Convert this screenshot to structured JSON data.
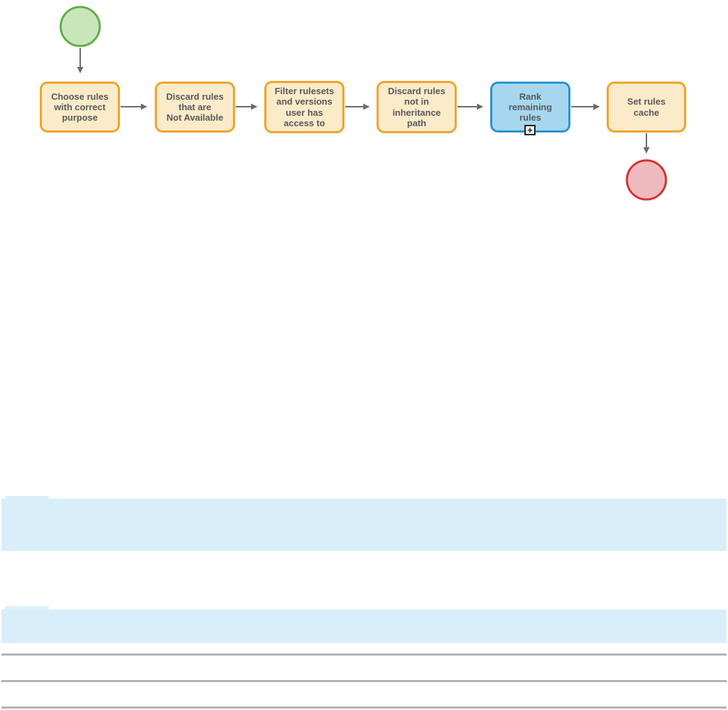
{
  "diagram": {
    "tasks": [
      {
        "label": "Choose rules\nwith correct\npurpose"
      },
      {
        "label": "Discard rules\nthat are\nNot Available"
      },
      {
        "label": "Filter rulesets\nand versions\nuser has\naccess to"
      },
      {
        "label": "Discard rules\nnot in\ninheritance\npath"
      },
      {
        "label": "Rank\nremaining\nrules",
        "expand_marker": "+"
      },
      {
        "label": "Set rules\ncache"
      }
    ],
    "colors": {
      "task_fill": "#fcebc9",
      "task_border": "#f1a32b",
      "subprocess_fill": "#a6d7ef",
      "subprocess_border": "#2b93d1",
      "start_fill": "#c9e6ba",
      "start_border": "#61ac49",
      "end_fill": "#eebabe",
      "end_border": "#d43331",
      "arrow": "#6a6a6a",
      "text": "#58595b",
      "header_bg": "#d8eefa",
      "tab_bg": "#ddf0fb",
      "divider": "#b3b3b3"
    }
  }
}
